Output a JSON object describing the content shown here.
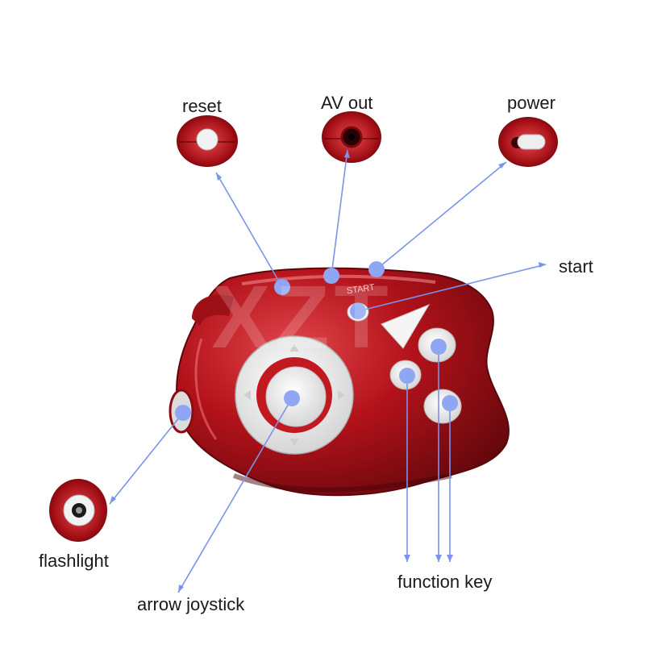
{
  "labels": {
    "reset": "reset",
    "av_out": "AV out",
    "power": "power",
    "start": "start",
    "flashlight": "flashlight",
    "arrow_joystick": "arrow joystick",
    "function_key": "function key"
  },
  "device": {
    "start_print": "START",
    "watermark": "XZT"
  },
  "colors": {
    "body_red": "#b3121a",
    "body_dark": "#6e0a0f",
    "button_white": "#f2f2f2",
    "pointer_dot": "#8fa6f5",
    "pointer_line": "#7b93ea"
  }
}
